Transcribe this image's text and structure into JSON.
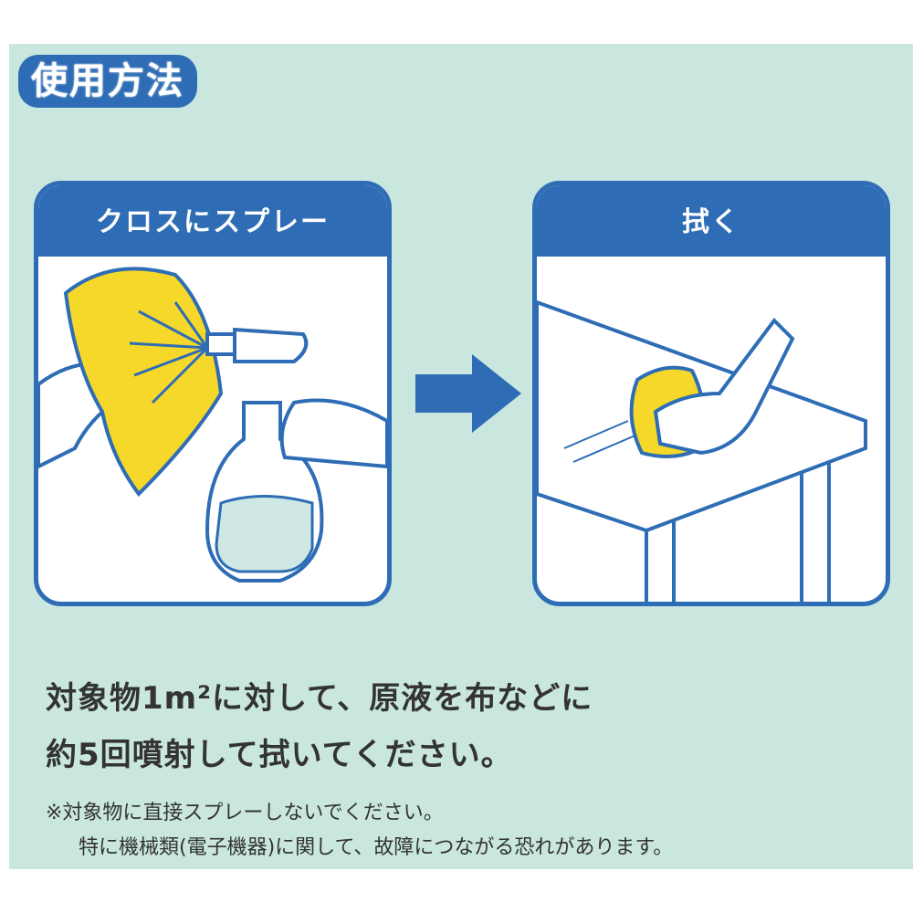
{
  "title": "使用方法",
  "steps": [
    {
      "label": "クロスにスプレー"
    },
    {
      "label": "拭く"
    }
  ],
  "instruction": {
    "line1": "対象物1m²に対して、原液を布などに",
    "line2": "約5回噴射して拭いてください。"
  },
  "note": {
    "line1": "※対象物に直接スプレーしないでください。",
    "line2": "特に機械類(電子機器)に関して、故障につながる恐れがあります。"
  },
  "colors": {
    "brand_blue": "#2e6db5",
    "background": "#c9e6df",
    "cloth_yellow": "#f5d82a"
  }
}
